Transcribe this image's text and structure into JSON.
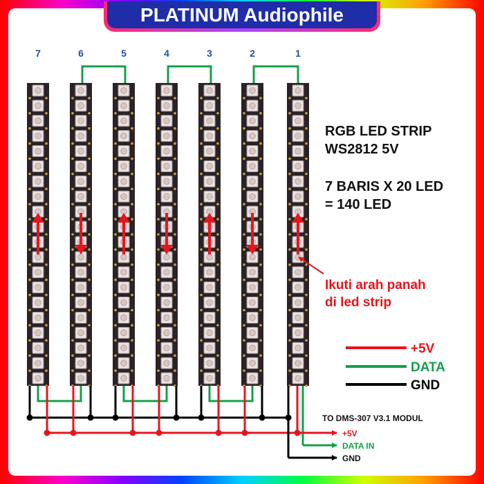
{
  "title": "PLATINUM Audiophile",
  "strip_numbers": [
    "7",
    "6",
    "5",
    "4",
    "3",
    "2",
    "1"
  ],
  "info": {
    "line1": "RGB LED STRIP",
    "line2": "WS2812 5V",
    "line3": "7 BARIS X 20 LED",
    "line4": "= 140 LED"
  },
  "note": {
    "line1": "Ikuti arah panah",
    "line2": "di led strip"
  },
  "legend": [
    {
      "label": "+5V",
      "color": "#e8141c"
    },
    {
      "label": "DATA",
      "color": "#13a04a"
    },
    {
      "label": "GND",
      "color": "#000000"
    }
  ],
  "module": {
    "title": "TO DMS-307 V3.1 MODUL",
    "outputs": [
      "+5V",
      "DATA IN",
      "GND"
    ]
  },
  "leds_per_strip": 20,
  "strip_directions": [
    "up",
    "down",
    "up",
    "down",
    "up",
    "down",
    "up"
  ],
  "colors": {
    "red": "#e8141c",
    "green": "#13a04a",
    "black": "#000000",
    "strip": "#2a2226",
    "number_blue": "#1e4fa8"
  }
}
